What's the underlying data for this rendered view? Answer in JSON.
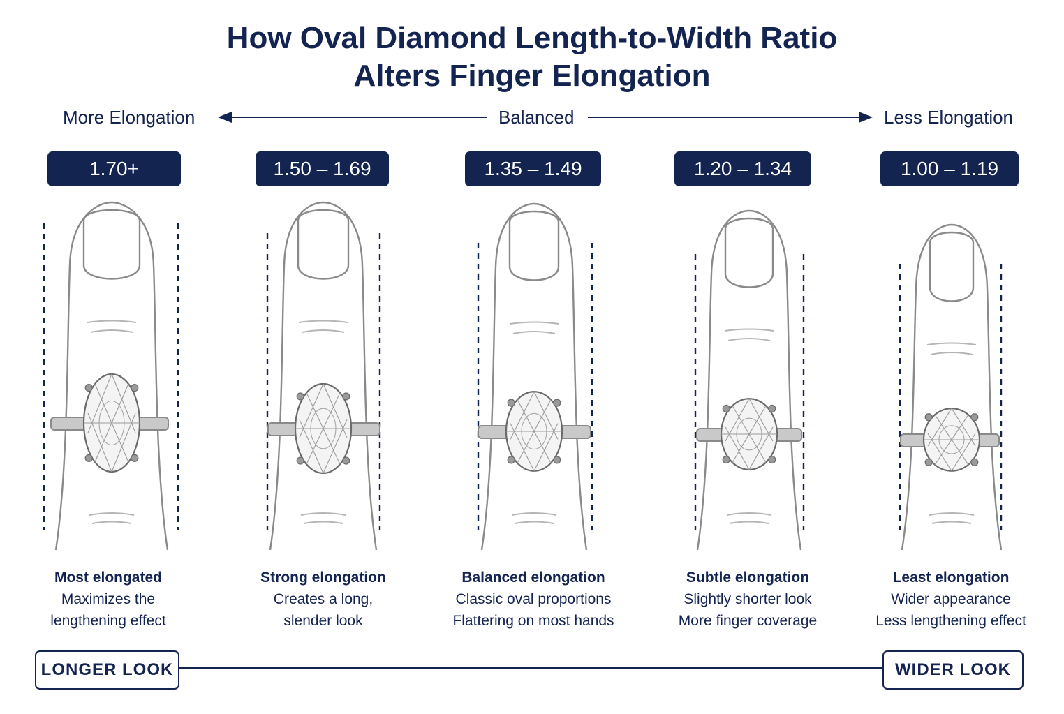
{
  "title": {
    "line1": "How Oval Diamond Length-to-Width Ratio",
    "line2": "Alters Finger Elongation"
  },
  "scale": {
    "left": "More Elongation",
    "center": "Balanced",
    "right": "Less Elongation"
  },
  "columns": [
    {
      "ratio": "1.70+",
      "ratio_value": 1.75,
      "heading": "Most elongated",
      "line1": "Maximizes the",
      "line2": "lengthening effect"
    },
    {
      "ratio": "1.50 – 1.69",
      "ratio_value": 1.6,
      "heading": "Strong elongation",
      "line1": "Creates a long,",
      "line2": "slender look"
    },
    {
      "ratio": "1.35 – 1.49",
      "ratio_value": 1.42,
      "heading": "Balanced elongation",
      "line1": "Classic oval proportions",
      "line2": "Flattering on most hands"
    },
    {
      "ratio": "1.20 – 1.34",
      "ratio_value": 1.27,
      "heading": "Subtle elongation",
      "line1": "Slightly shorter look",
      "line2": "More finger coverage"
    },
    {
      "ratio": "1.00 – 1.19",
      "ratio_value": 1.12,
      "heading": "Least elongation",
      "line1": "Wider appearance",
      "line2": "Less lengthening effect"
    }
  ],
  "footer": {
    "left": "LONGER LOOK",
    "right": "WIDER LOOK"
  },
  "colors": {
    "navy": "#142451",
    "outline": "#8a8a8a",
    "band": "#c9c9c9"
  }
}
